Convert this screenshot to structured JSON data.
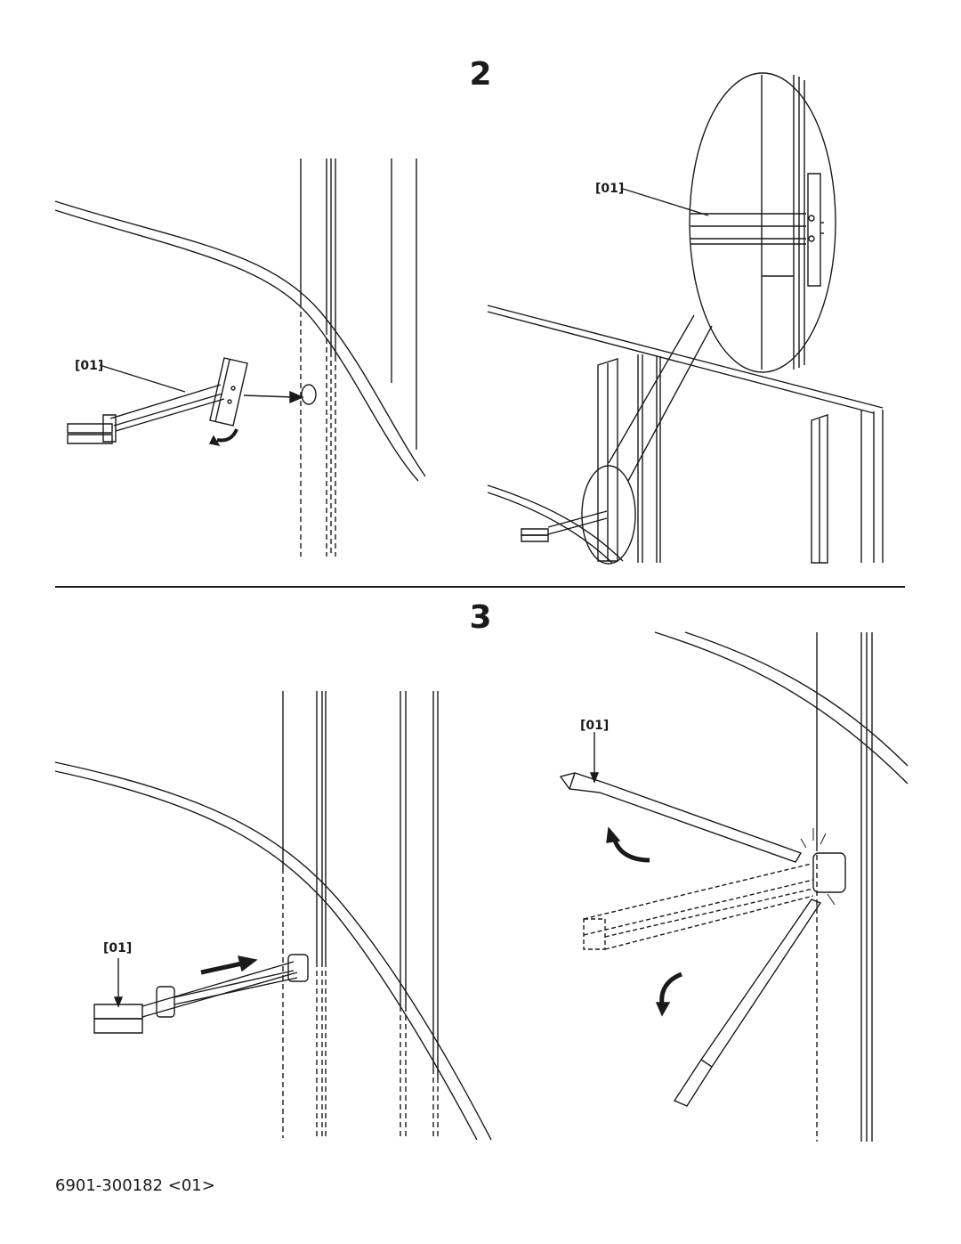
{
  "steps": {
    "step2": "2",
    "step3": "3"
  },
  "callouts": {
    "a": "[01]",
    "b": "[01]",
    "c": "[01]",
    "d": "[01]"
  },
  "footer": {
    "code": "6901-300182 <01>"
  }
}
